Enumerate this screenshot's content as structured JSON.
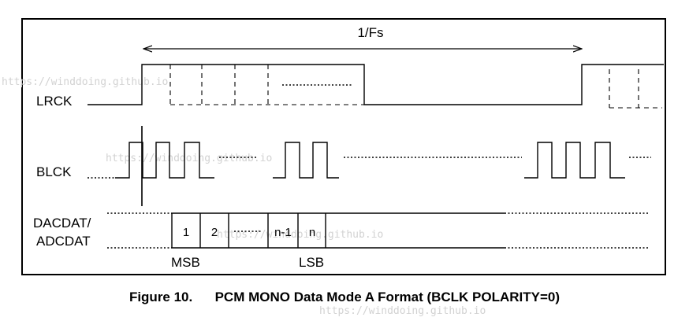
{
  "diagram": {
    "period_label": "1/Fs",
    "signals": {
      "lrck": "LRCK",
      "blck": "BLCK",
      "data_line1": "DACDAT/",
      "data_line2": "ADCDAT"
    },
    "data_cells": [
      "1",
      "2",
      "n-1",
      "n"
    ],
    "msb_label": "MSB",
    "lsb_label": "LSB",
    "watermark": "https://winddoing.github.io"
  },
  "caption": {
    "number": "Figure 10.",
    "title": "PCM MONO Data Mode A Format (BCLK POLARITY=0)"
  }
}
